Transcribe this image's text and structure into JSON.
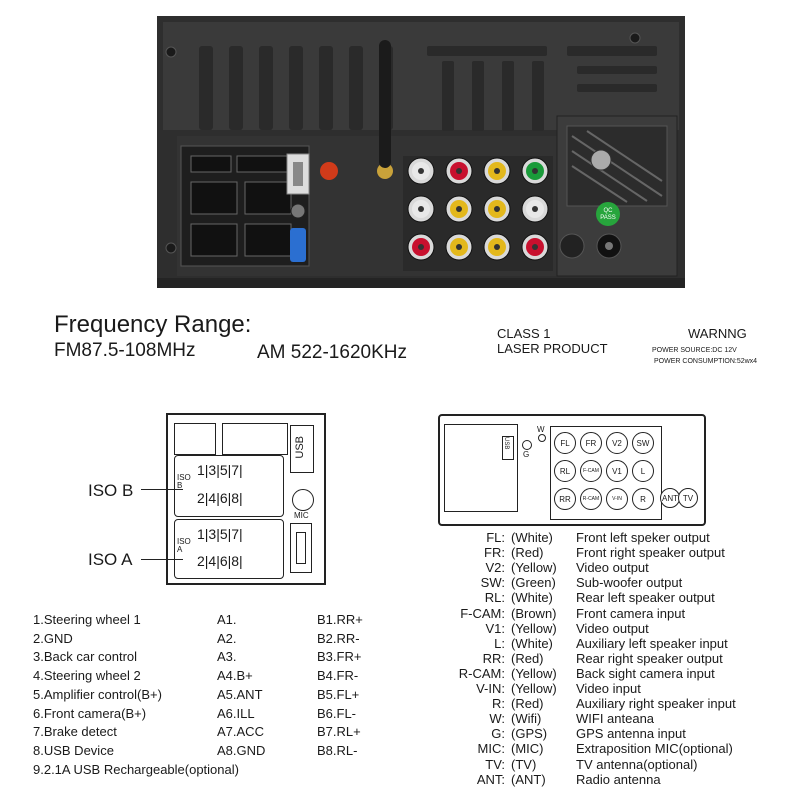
{
  "freq": {
    "title": "Frequency Range:",
    "fm": "FM87.5-108MHz",
    "am": "AM 522-1620KHz"
  },
  "laser": {
    "line1": "CLASS 1",
    "line2": "LASER PRODUCT"
  },
  "warning": {
    "title": "WARNNG",
    "line1": "POWER SOURCE:DC 12V",
    "line2": "POWER CONSUMPTION:52wx4"
  },
  "photo_labels": {
    "qc": "QC",
    "pass": "PASS"
  },
  "iso_diagram": {
    "iso_b_label": "ISO B",
    "iso_a_label": "ISO A",
    "iso_b_tag": "ISO B",
    "iso_a_tag": "ISO A",
    "pins_top": "1|3|5|7|",
    "pins_bottom": "2|4|6|8|",
    "usb": "USB",
    "mic": "MIC"
  },
  "small_diagram": {
    "usb": "USB",
    "g": "G",
    "w": "W",
    "circles": [
      "FL",
      "FR",
      "V2",
      "SW",
      "RL",
      "F-CAM",
      "V1",
      "L",
      "RR",
      "R-CAM",
      "V-IN",
      "R",
      "ANT",
      "TV"
    ]
  },
  "pin_functions": [
    "1.Steering wheel 1",
    "2.GND",
    "3.Back car control",
    "4.Steering wheel 2",
    "5.Amplifier control(B+)",
    "6.Front camera(B+)",
    "7.Brake detect",
    "8.USB Device",
    "9.2.1A USB Rechargeable(optional)"
  ],
  "a_pins": [
    "A1.",
    "A2.",
    "A3.",
    "A4.B+",
    "A5.ANT",
    "A6.ILL",
    "A7.ACC",
    "A8.GND"
  ],
  "b_pins": [
    "B1.RR+",
    "B2.RR-",
    "B3.FR+",
    "B4.FR-",
    "B5.FL+",
    "B6.FL-",
    "B7.RL+",
    "B8.RL-"
  ],
  "legend": [
    {
      "code": "FL:",
      "color": "(White)",
      "desc": "Front left speker  output"
    },
    {
      "code": "FR:",
      "color": "(Red)",
      "desc": "Front right speaker output"
    },
    {
      "code": "V2:",
      "color": "(Yellow)",
      "desc": "Video output"
    },
    {
      "code": "SW:",
      "color": "(Green)",
      "desc": "Sub-woofer output"
    },
    {
      "code": "RL:",
      "color": "(White)",
      "desc": "Rear left speaker output"
    },
    {
      "code": "F-CAM:",
      "color": "(Brown)",
      "desc": "Front camera input"
    },
    {
      "code": "V1:",
      "color": "(Yellow)",
      "desc": "Video output"
    },
    {
      "code": "L:",
      "color": "(White)",
      "desc": "Auxiliary left speaker input"
    },
    {
      "code": "RR:",
      "color": "(Red)",
      "desc": "Rear right speaker output"
    },
    {
      "code": "R-CAM:",
      "color": "(Yellow)",
      "desc": "Back sight camera input"
    },
    {
      "code": "V-IN:",
      "color": "(Yellow)",
      "desc": "Video input"
    },
    {
      "code": "R:",
      "color": "(Red)",
      "desc": "Auxiliary right speaker input"
    },
    {
      "code": "W:",
      "color": "(Wifi)",
      "desc": "WIFI anteana"
    },
    {
      "code": "G:",
      "color": "(GPS)",
      "desc": "GPS antenna input"
    },
    {
      "code": "MIC:",
      "color": "(MIC)",
      "desc": "Extraposition MIC(optional)"
    },
    {
      "code": "TV:",
      "color": "(TV)",
      "desc": "TV antenna(optional)"
    },
    {
      "code": "ANT:",
      "color": "(ANT)",
      "desc": "Radio antenna"
    }
  ],
  "rca_colors": {
    "white": "#e8e8e8",
    "red": "#c8102e",
    "yellow": "#e3b81c",
    "green": "#1a9b3a",
    "panel": "#3c3c3c",
    "panel_dark": "#262626"
  }
}
